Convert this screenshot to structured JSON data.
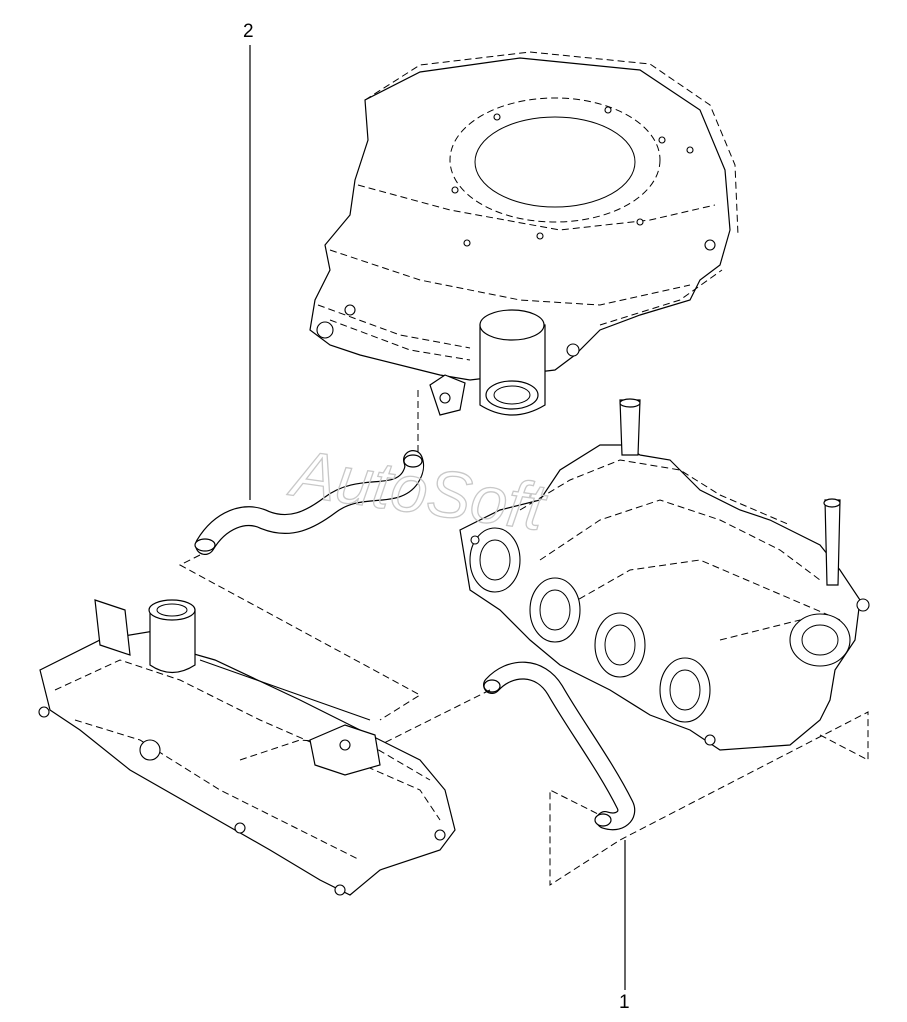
{
  "callouts": [
    {
      "id": "1",
      "label": "1"
    },
    {
      "id": "2",
      "label": "2"
    }
  ],
  "watermark": {
    "text": "AutoSoft"
  },
  "colors": {
    "line": "#000000",
    "background": "#ffffff",
    "watermark": "#c8c8c8"
  }
}
